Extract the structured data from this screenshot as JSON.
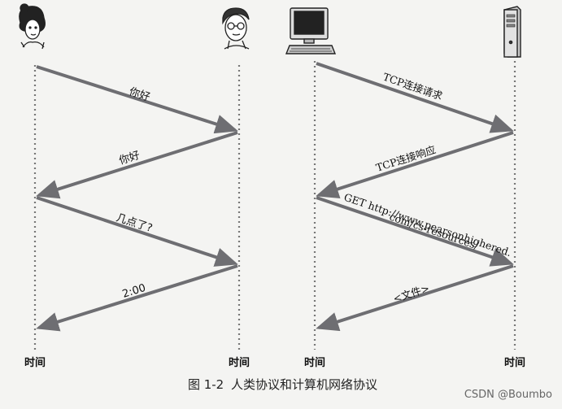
{
  "diagram": {
    "time_labels": [
      "时间",
      "时间",
      "时间",
      "时间"
    ],
    "human_messages": [
      "你好",
      "你好",
      "几点了?",
      "2:00"
    ],
    "network_messages": [
      "TCP连接请求",
      "TCP连接响应",
      "GET http://www.pearsonhighered.",
      "com/cs-resources/",
      "<文件>"
    ],
    "colors": {
      "arrow": "#6e6e72",
      "lifeline": "#777777",
      "text": "#111111"
    },
    "icons": [
      "woman-icon",
      "man-icon",
      "computer-icon",
      "server-icon"
    ]
  },
  "caption": {
    "figure_number": "图 1-2",
    "title": "人类协议和计算机网络协议"
  },
  "watermark": "CSDN @Boumbo"
}
